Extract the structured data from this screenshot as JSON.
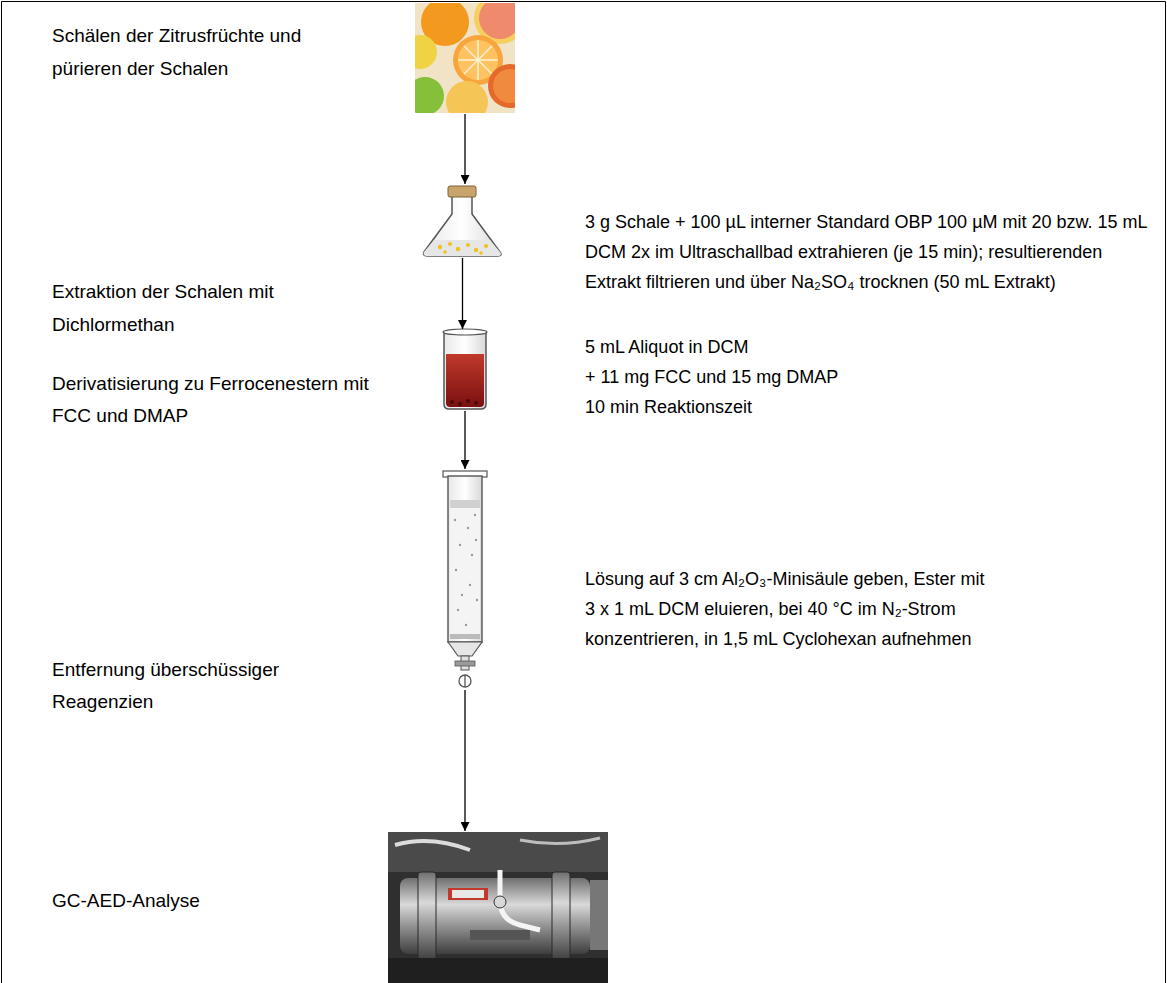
{
  "diagram": {
    "nodes": [
      {
        "text": [
          "Schälen der Zitrusfrüchte und pürieren der Schalen"
        ]
      },
      {
        "text": [
          "Extraktion der Schalen mit Dichlormethan",
          "3 g Schale + 100 µL interner Standard OBP 100 µM mit 20 bzw. 15 mL DCM 2x im Ultraschallbad extrahieren (je 15 min); resultierenden Extrakt filtrieren und über Na₂SO₄ trocknen (50 mL Extrakt)"
        ]
      },
      {
        "text": [
          "Derivatisierung zu Ferrocenestern mit FCC und DMAP",
          "5 mL Aliquot in DCM",
          "+ 11 mg FCC und 15 mg DMAP",
          "10 min Reaktionszeit"
        ]
      },
      {
        "text": [
          "Entfernung überschüssiger Reagenzien",
          "Lösung auf 3 cm Al₂O₃-Minisäule geben, Ester mit",
          "3 x 1 mL DCM eluieren, bei 40 °C im N₂-Strom",
          "konzentrieren, in 1,5 mL Cyclohexan aufnehmen"
        ]
      },
      {
        "text": [
          "GC-AED-Analyse"
        ]
      }
    ],
    "edges": [
      {
        "from": 0,
        "to": 1,
        "arrow": "to"
      },
      {
        "from": 1,
        "to": 2,
        "arrow": "to"
      },
      {
        "from": 2,
        "to": 3,
        "arrow": "to"
      },
      {
        "from": 3,
        "to": 4,
        "arrow": "to"
      }
    ]
  }
}
